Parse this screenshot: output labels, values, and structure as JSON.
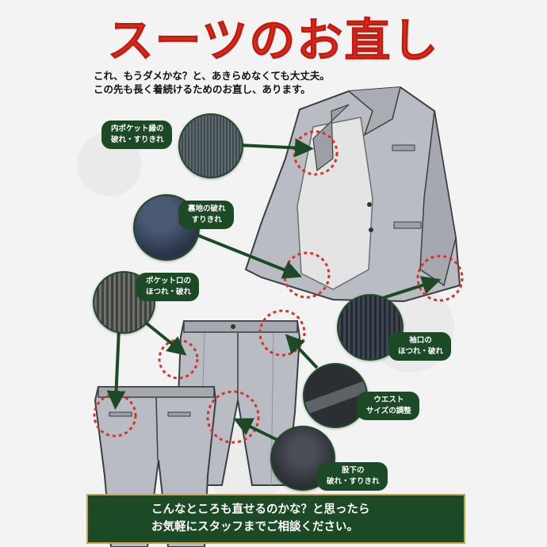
{
  "title": "スーツのお直し",
  "intro": {
    "line1": "これ、もうダメかな？と、あきらめなくても大丈夫。",
    "line2": "この先も長く着続けるためのお直し、あります。"
  },
  "callouts": [
    {
      "line1": "内ポケット縁の",
      "line2": "破れ・すりきれ"
    },
    {
      "line1": "裏地の破れ",
      "line2": "すりきれ"
    },
    {
      "line1": "ポケット口の",
      "line2": "ほつれ・破れ"
    },
    {
      "line1": "袖口の",
      "line2": "ほつれ・破れ"
    },
    {
      "line1": "ウエスト",
      "line2": "サイズの調整"
    },
    {
      "line1": "股下の",
      "line2": "破れ・すりきれ"
    }
  ],
  "footer": {
    "line1": "こんなところも直せるのかな？と思ったら",
    "line2": "お気軽にスタッフまでご相談ください。"
  },
  "colors": {
    "title_red": "#e02b1f",
    "accent_green": "#1d4a26",
    "marker_red": "#d8322a",
    "garment_gray": "#b9bdc3"
  }
}
